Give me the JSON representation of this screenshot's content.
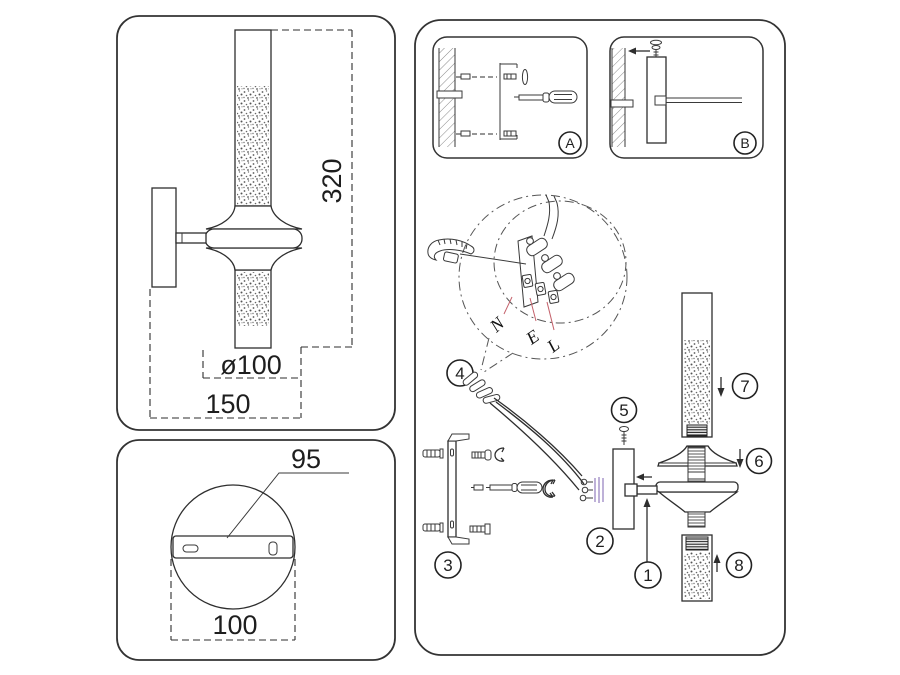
{
  "diagram": {
    "title": "wall-lamp installation diagram",
    "side_view": {
      "height_mm": "320",
      "diameter_mm": "ø100",
      "depth_mm": "150"
    },
    "back_view": {
      "bracket_width_mm": "95",
      "plate_width_mm": "100"
    },
    "insets": {
      "a_label": "A",
      "b_label": "B"
    },
    "wiring": {
      "neutral": "N",
      "earth": "E",
      "live": "L"
    },
    "steps": {
      "s1": "1",
      "s2": "2",
      "s3": "3",
      "s4": "4",
      "s5": "5",
      "s6": "6",
      "s7": "7",
      "s8": "8"
    },
    "colors": {
      "line": "#2e2e2e",
      "red_leader": "#c4616b",
      "purple_pins": "#9b87c4",
      "background": "#ffffff"
    }
  }
}
